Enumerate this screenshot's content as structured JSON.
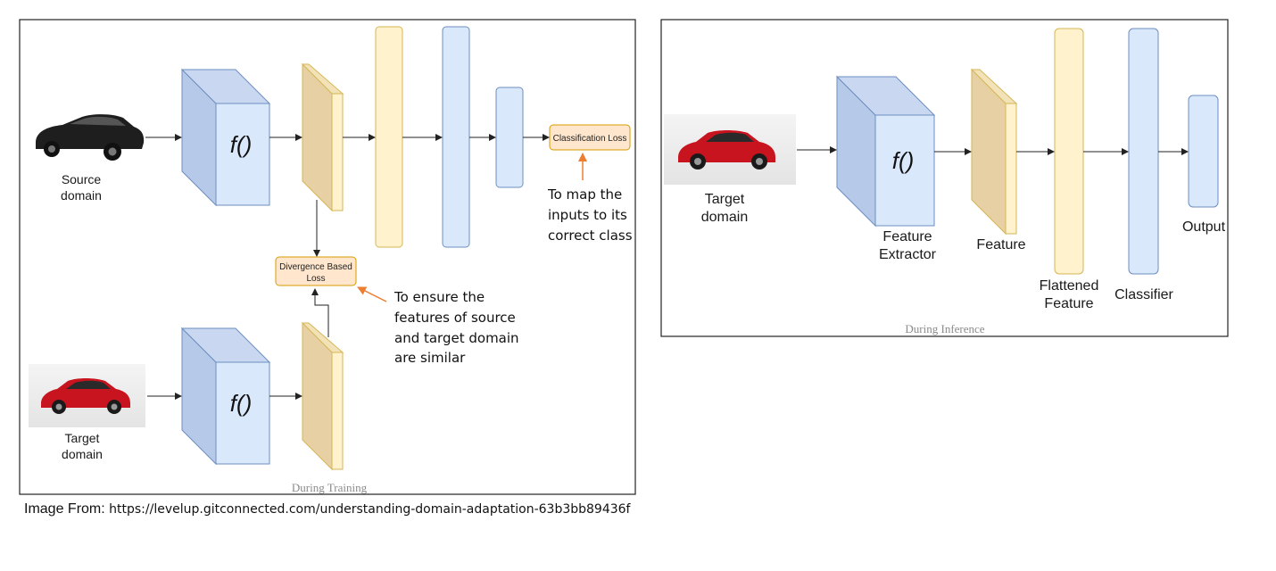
{
  "training": {
    "caption": "During Training",
    "source_label": [
      "Source",
      "domain"
    ],
    "target_label": [
      "Target",
      "domain"
    ],
    "fx_top": "f()",
    "fx_bottom": "f()",
    "classification_loss": "Classification Loss",
    "divergence_loss": [
      "Divergence Based",
      "Loss"
    ],
    "note_class": [
      "To map the",
      "inputs to its",
      "correct class"
    ],
    "note_divergence": [
      "To ensure the",
      "features of source",
      "and target domain",
      "are similar"
    ]
  },
  "inference": {
    "caption": "During Inference",
    "target_label": [
      "Target",
      "domain"
    ],
    "fx": "f()",
    "feature_extractor": [
      "Feature",
      "Extractor"
    ],
    "feature": "Feature",
    "flattened_feature": [
      "Flattened",
      "Feature"
    ],
    "classifier": "Classifier",
    "output": "Output"
  },
  "footer": {
    "prefix": "Image From: ",
    "url": "https://levelup.gitconnected.com/understanding-domain-adaptation-63b3bb89436f"
  },
  "colors": {
    "blue_fill": "#dae8fc",
    "blue_stroke": "#6c8ebf",
    "yellow_fill": "#fff2cc",
    "yellow_stroke": "#d6b656",
    "feature_fill": "#e6d0a4",
    "loss_fill": "#ffe6cc",
    "loss_stroke": "#d79b00",
    "orange_arrow": "#ed7d31"
  }
}
